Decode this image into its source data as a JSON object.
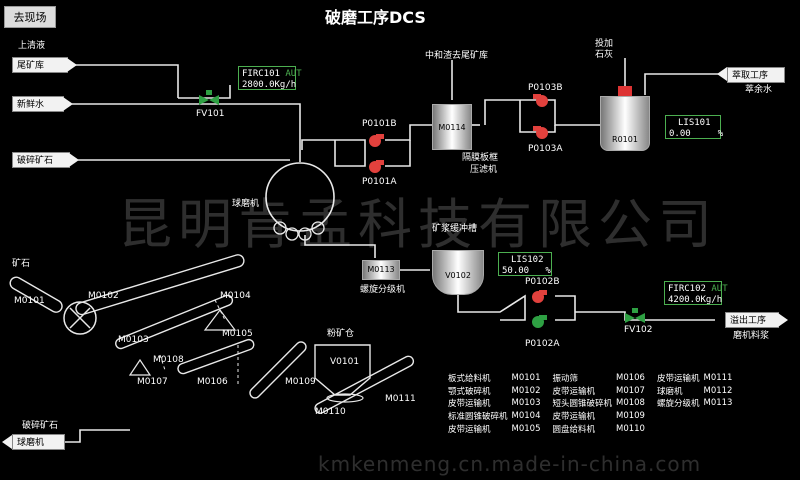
{
  "header": {
    "back_button": "去现场",
    "title": "破磨工序DCS"
  },
  "inputs": {
    "tailings_label": "上清液",
    "tailings": "尾矿库",
    "fresh_water": "新鲜水",
    "crushed_ore": "破碎矿石",
    "extract_label": "萃取工序",
    "extract_sub": "萃余水",
    "crushed_ore_out": "破碎矿石",
    "ball_mill_out": "球磨机",
    "overflow": "溢出工序",
    "overflow_sub": "磨机料浆"
  },
  "labels": {
    "neutral_to_tail": "中和渣去尾矿库",
    "add_lime_1": "投加",
    "add_lime_2": "石灰",
    "diaphragm_1": "隔膜板框",
    "diaphragm_2": "压滤机",
    "ball_mill": "球磨机",
    "slurry_tank": "矿浆缓冲槽",
    "spiral": "螺旋分级机",
    "ore": "矿石",
    "powder_bin": "粉矿仓"
  },
  "equipment": {
    "fv101": "FV101",
    "fv102": "FV102",
    "p0101b": "P0101B",
    "p0101a": "P0101A",
    "p0103b": "P0103B",
    "p0103a": "P0103A",
    "p0102b": "P0102B",
    "p0102a": "P0102A",
    "m0114": "M0114",
    "r0101": "R0101",
    "m0113": "M0113",
    "v0102": "V0102",
    "m0101": "M0101",
    "m0102": "M0102",
    "m0103": "M0103",
    "m0104": "M0104",
    "m0105": "M0105",
    "m0106": "M0106",
    "m0107": "M0107",
    "m0108": "M0108",
    "m0109": "M0109",
    "m0110": "M0110",
    "m0111": "M0111",
    "v0101": "V0101"
  },
  "displays": {
    "firc101": {
      "tag": "FIRC101",
      "mode": "AUT",
      "value": "2800.0Kg/h"
    },
    "lis101": {
      "tag": "LIS101",
      "value": "0.00",
      "unit": "%"
    },
    "lis102": {
      "tag": "LIS102",
      "value": "50.00",
      "unit": "%"
    },
    "firc102": {
      "tag": "FIRC102",
      "mode": "AUT",
      "value": "4200.0Kg/h"
    }
  },
  "legend": [
    [
      {
        "n": "板式给料机",
        "c": "M0101"
      },
      {
        "n": "振动筛",
        "c": "M0106"
      },
      {
        "n": "皮带运输机",
        "c": "M0111"
      }
    ],
    [
      {
        "n": "颚式破碎机",
        "c": "M0102"
      },
      {
        "n": "皮带运输机",
        "c": "M0107"
      },
      {
        "n": "球磨机",
        "c": "M0112"
      }
    ],
    [
      {
        "n": "皮带运输机",
        "c": "M0103"
      },
      {
        "n": "短头圆锥破碎机",
        "c": "M0108"
      },
      {
        "n": "螺旋分级机",
        "c": "M0113"
      }
    ],
    [
      {
        "n": "标准圆锥破碎机",
        "c": "M0104"
      },
      {
        "n": "皮带运输机",
        "c": "M0109"
      },
      {
        "n": "",
        "c": ""
      }
    ],
    [
      {
        "n": "皮带运输机",
        "c": "M0105"
      },
      {
        "n": "圆盘给料机",
        "c": "M0110"
      },
      {
        "n": "",
        "c": ""
      }
    ]
  ],
  "watermark": {
    "company": "昆明肯孟科技有限公司",
    "url": "kmkenmeng.cn.made-in-china.com"
  },
  "colors": {
    "valve": "#2ea043",
    "pump": "#e2413d",
    "display_border": "#4caf50",
    "mode": "#4caf50"
  }
}
